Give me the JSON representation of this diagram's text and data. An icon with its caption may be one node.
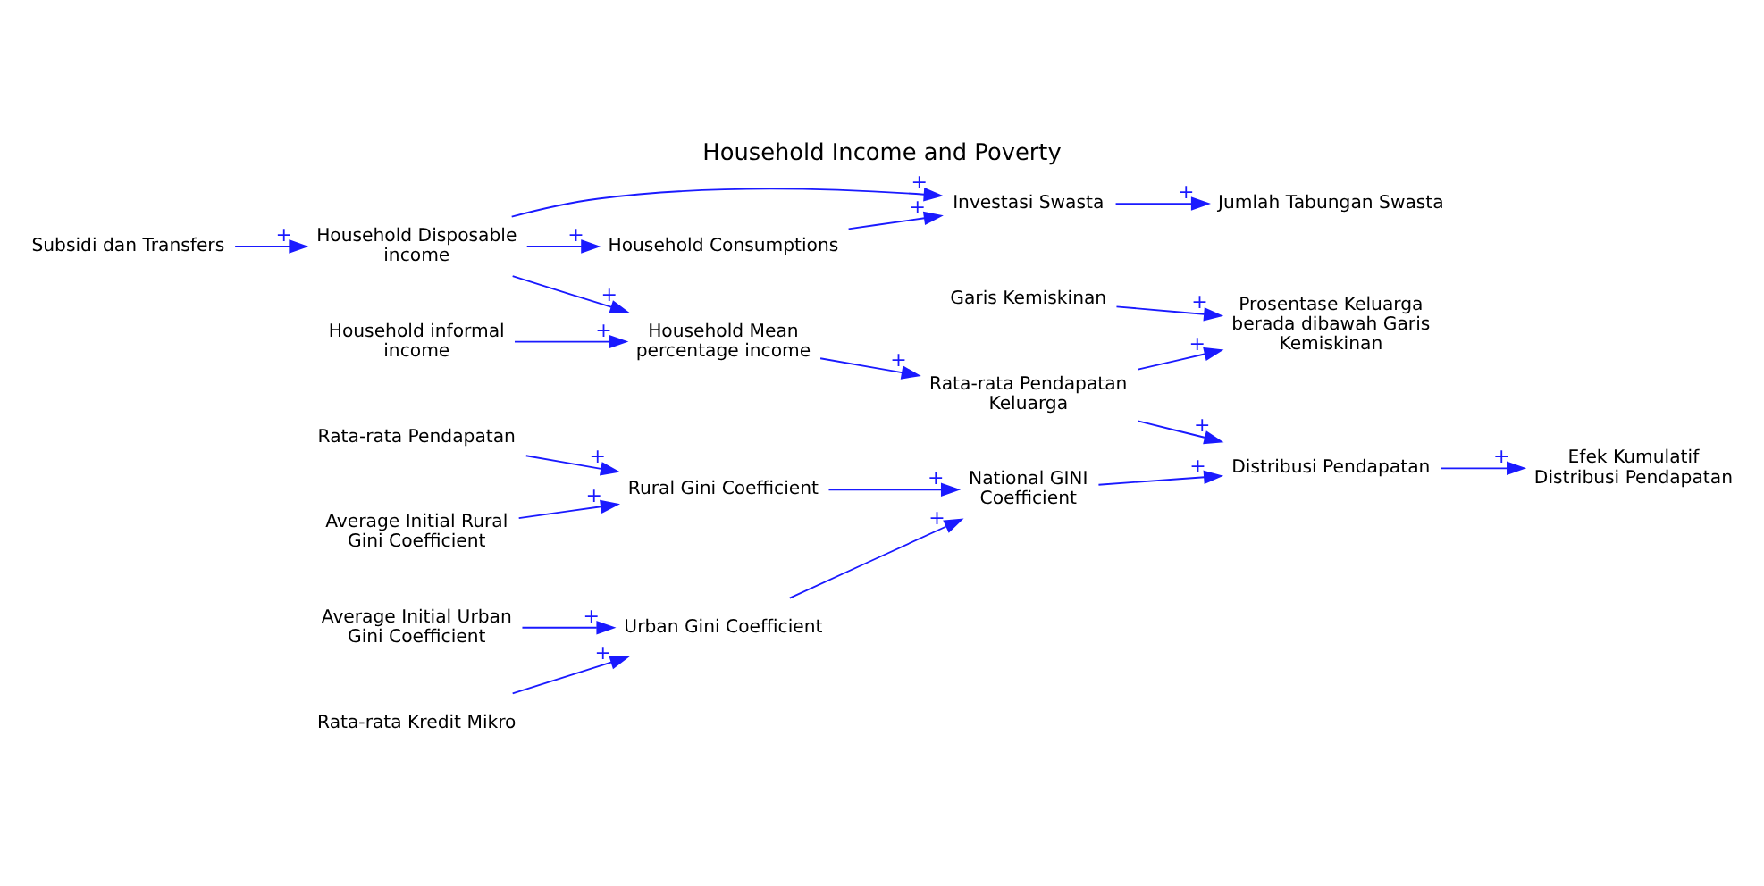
{
  "diagram": {
    "title": "Household Income and Poverty",
    "nodes": [
      {
        "text": [
          "Investasi Swasta"
        ]
      },
      {
        "text": [
          "Jumlah Tabungan Swasta"
        ]
      },
      {
        "text": [
          "Household Disposable income"
        ]
      },
      {
        "text": [
          "Household Consumptions"
        ]
      },
      {
        "text": [
          "Subsidi dan Transfers"
        ]
      },
      {
        "text": [
          "Household informal income"
        ]
      },
      {
        "text": [
          "Household Mean percentage income"
        ]
      },
      {
        "text": [
          "Garis Kemiskinan"
        ]
      },
      {
        "text": [
          "Prosentase Keluarga berada dibawah Garis Kemiskinan"
        ]
      },
      {
        "text": [
          "Rata-rata Pendapatan"
        ]
      },
      {
        "text": [
          "Average Initial Rural Gini Coefficient"
        ]
      },
      {
        "text": [
          "Rural Gini Coefficient"
        ]
      },
      {
        "text": [
          "Rata-rata Pendapatan Keluarga"
        ]
      },
      {
        "text": [
          "Efek Kumulatif Distribusi Pendapatan"
        ]
      },
      {
        "text": [
          "Average Initial Urban Gini Coefficient"
        ]
      },
      {
        "text": [
          "National GINI Coefficient"
        ]
      },
      {
        "text": [
          "Distribusi Pendapatan"
        ]
      },
      {
        "text": [
          "Urban Gini Coefficient"
        ]
      },
      {
        "text": [
          "Rata-rata Kredit Mikro"
        ]
      }
    ],
    "edges": [
      {
        "from": 0,
        "to": 1,
        "arrow": "to",
        "label": "+"
      },
      {
        "from": 2,
        "to": 0,
        "arrow": "to",
        "label": "+"
      },
      {
        "from": 2,
        "to": 3,
        "arrow": "to",
        "label": "+"
      },
      {
        "from": 3,
        "to": 0,
        "arrow": "to",
        "label": "+"
      },
      {
        "from": 4,
        "to": 2,
        "arrow": "to",
        "label": "+"
      },
      {
        "from": 2,
        "to": 6,
        "arrow": "to",
        "label": "+"
      },
      {
        "from": 5,
        "to": 6,
        "arrow": "to",
        "label": "+"
      },
      {
        "from": 7,
        "to": 8,
        "arrow": "to",
        "label": "+"
      },
      {
        "from": 6,
        "to": 12,
        "arrow": "to",
        "label": "+"
      },
      {
        "from": 12,
        "to": 8,
        "arrow": "to",
        "label": "+"
      },
      {
        "from": 9,
        "to": 11,
        "arrow": "to",
        "label": "+"
      },
      {
        "from": 10,
        "to": 11,
        "arrow": "to",
        "label": "+"
      },
      {
        "from": 11,
        "to": 15,
        "arrow": "to",
        "label": "+"
      },
      {
        "from": 14,
        "to": 17,
        "arrow": "to",
        "label": "+"
      },
      {
        "from": 18,
        "to": 17,
        "arrow": "to",
        "label": "+"
      },
      {
        "from": 17,
        "to": 15,
        "arrow": "to",
        "label": "+"
      },
      {
        "from": 15,
        "to": 16,
        "arrow": "to",
        "label": "+"
      },
      {
        "from": 12,
        "to": 16,
        "arrow": "to",
        "label": "+"
      },
      {
        "from": 16,
        "to": 13,
        "arrow": "to",
        "label": "+"
      }
    ]
  }
}
